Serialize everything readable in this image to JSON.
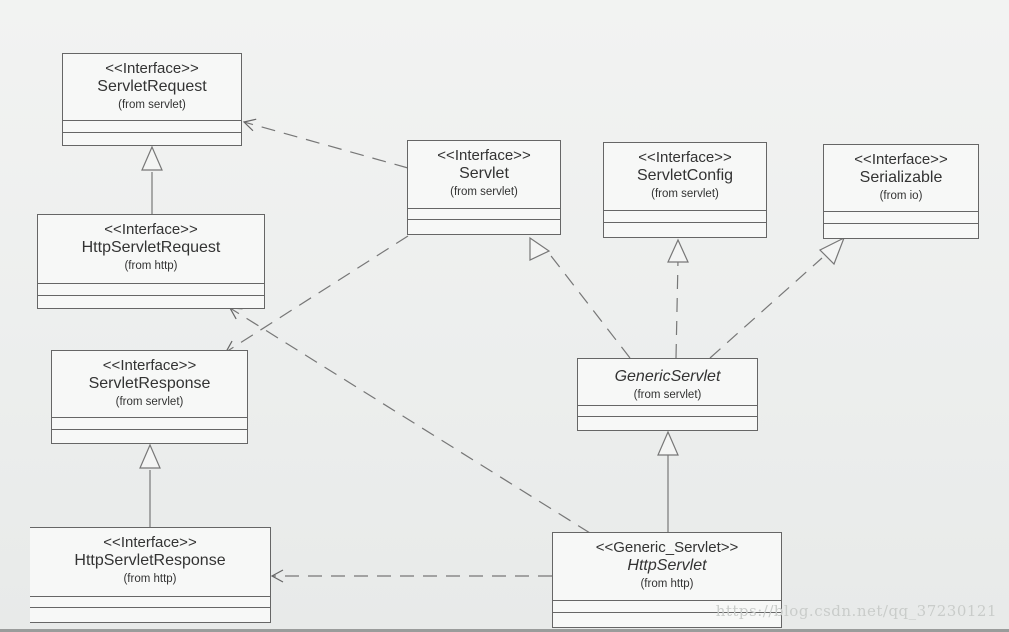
{
  "boxes": {
    "servlet_request": {
      "stereotype": "<<Interface>>",
      "name": "ServletRequest",
      "from": "(from servlet)"
    },
    "http_servlet_request": {
      "stereotype": "<<Interface>>",
      "name": "HttpServletRequest",
      "from": "(from http)"
    },
    "servlet_response": {
      "stereotype": "<<Interface>>",
      "name": "ServletResponse",
      "from": "(from servlet)"
    },
    "http_servlet_response": {
      "stereotype": "<<Interface>>",
      "name": "HttpServletResponse",
      "from": "(from http)"
    },
    "servlet": {
      "stereotype": "<<Interface>>",
      "name": "Servlet",
      "from": "(from servlet)"
    },
    "servlet_config": {
      "stereotype": "<<Interface>>",
      "name": "ServletConfig",
      "from": "(from servlet)"
    },
    "serializable": {
      "stereotype": "<<Interface>>",
      "name": "Serializable",
      "from": "(from io)"
    },
    "generic_servlet": {
      "name": "GenericServlet",
      "from": "(from servlet)"
    },
    "http_servlet": {
      "stereotype": "<<Generic_Servlet>>",
      "name": "HttpServlet",
      "from": "(from http)"
    }
  },
  "watermark": "https://blog.csdn.net/qq_37230121"
}
